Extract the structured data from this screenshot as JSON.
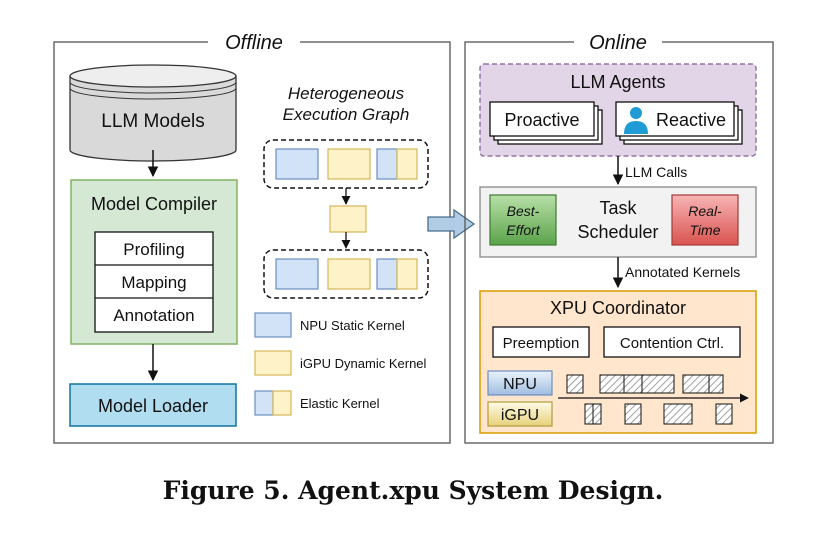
{
  "offline": {
    "title": "Offline",
    "llm_models": "LLM Models",
    "compiler": {
      "title": "Model Compiler",
      "steps": [
        "Profiling",
        "Mapping",
        "Annotation"
      ]
    },
    "loader": "Model Loader",
    "graph_title": [
      "Heterogeneous",
      "Execution Graph"
    ],
    "legend": {
      "npu": "NPU Static Kernel",
      "igpu": "iGPU Dynamic Kernel",
      "elastic": "Elastic Kernel"
    }
  },
  "online": {
    "title": "Online",
    "agents": {
      "title": "LLM Agents",
      "proactive": "Proactive",
      "reactive": "Reactive"
    },
    "llm_calls": "LLM Calls",
    "scheduler": {
      "best_effort": [
        "Best-",
        "Effort"
      ],
      "label": [
        "Task",
        "Scheduler"
      ],
      "real_time": [
        "Real-",
        "Time"
      ]
    },
    "annotated_kernels": "Annotated Kernels",
    "coordinator": {
      "title": "XPU Coordinator",
      "preemption": "Preemption",
      "contention": "Contention Ctrl.",
      "npu": "NPU",
      "igpu": "iGPU"
    }
  },
  "caption": "Figure 5. Agent.xpu System Design.",
  "colors": {
    "npu_fill": "#d3e3f7",
    "npu_stroke": "#6c8ebf",
    "igpu_fill": "#fdf2c8",
    "igpu_stroke": "#d6b656",
    "compiler_fill": "#d5e8d4",
    "compiler_stroke": "#82b366",
    "loader_fill": "#b1ddf0",
    "loader_stroke": "#10739e",
    "agents_fill": "#e1d5e7",
    "agents_stroke": "#9673a6",
    "coordinator_fill": "#ffe6cc",
    "coordinator_stroke": "#d79b00"
  },
  "icons": [
    "database-icon",
    "person-icon",
    "arrow-icon",
    "hatched-kernel-icon"
  ]
}
